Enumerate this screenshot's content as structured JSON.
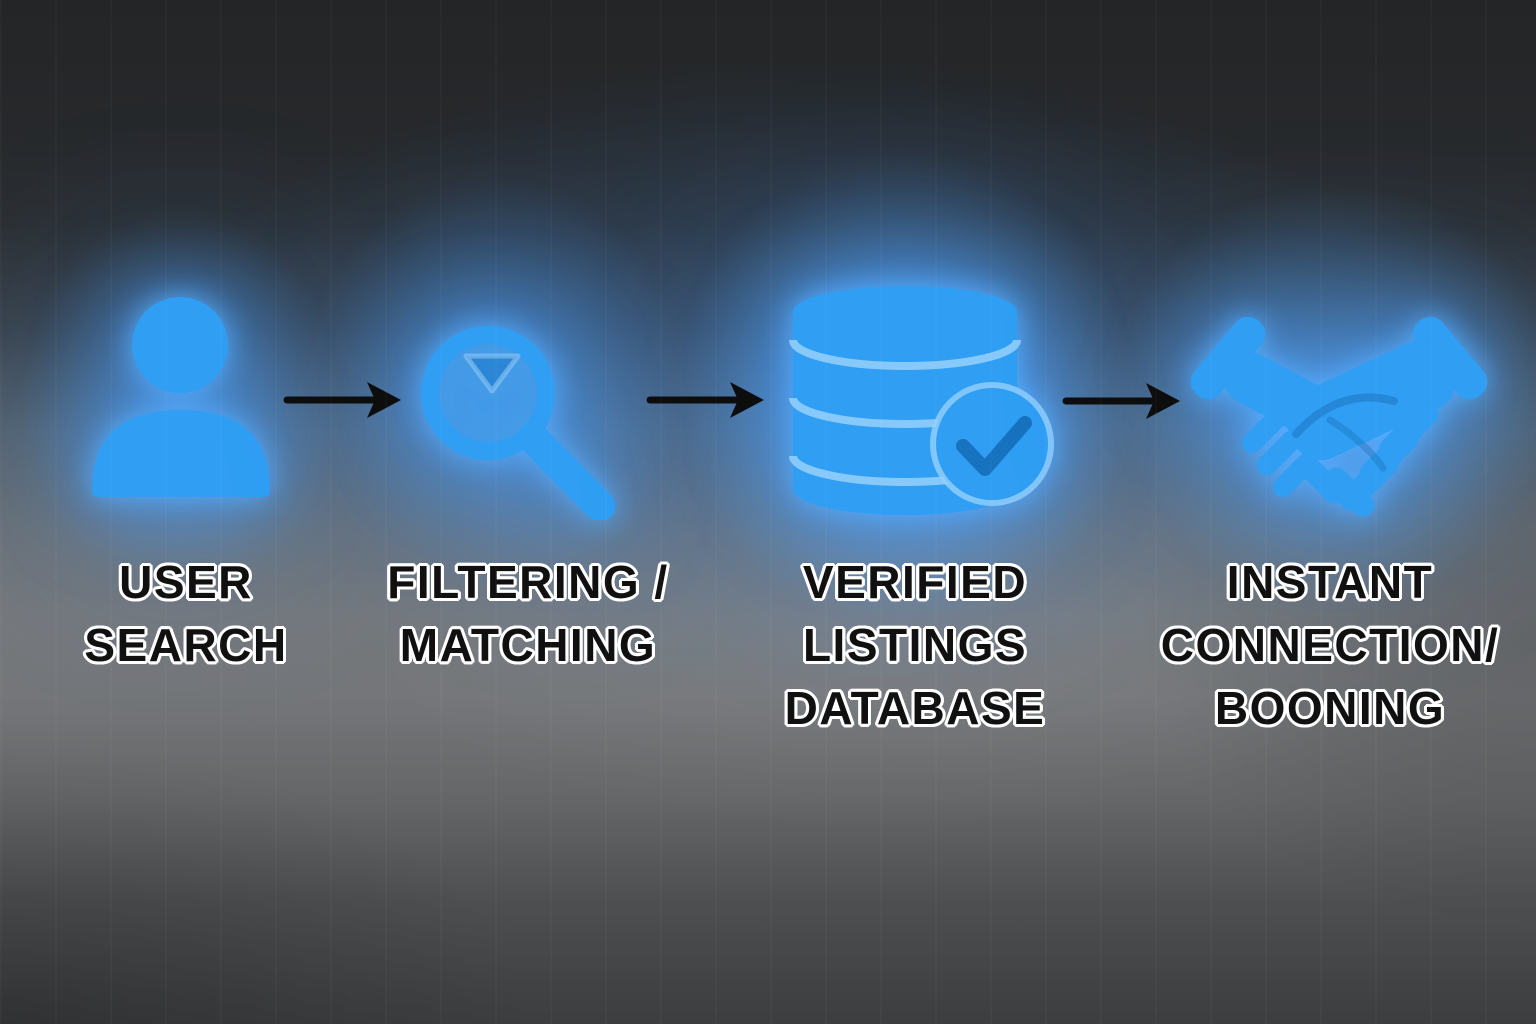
{
  "diagram": {
    "type": "flowchart",
    "direction": "left-to-right",
    "background": {
      "top_color": "#232526",
      "mid_band_color": "#75787c",
      "bottom_color": "#3c3d3f",
      "glow_color": "#49a8f5"
    },
    "colors": {
      "icon_blue": "#2f9ef3",
      "icon_detail_blue": "#1a7ccc",
      "arrow_black": "#0d0d0d",
      "label_fill": "#101010",
      "label_outline": "#ffffff"
    },
    "steps": [
      {
        "name": "user-search",
        "icon": "user-icon",
        "lines": [
          "USER",
          "SEARCH"
        ]
      },
      {
        "name": "filtering-matching",
        "icon": "filter-search-icon",
        "lines": [
          "FILTERING /",
          "MATCHING"
        ]
      },
      {
        "name": "verified-listings-database",
        "icon": "database-check-icon",
        "lines": [
          "VERIFIED",
          "LISTINGS",
          "DATABASE"
        ]
      },
      {
        "name": "instant-connection-booning",
        "icon": "handshake-icon",
        "lines": [
          "INSTANT",
          "CONNECTION/",
          "BOONING"
        ]
      }
    ],
    "connectors": [
      {
        "name": "arrow-1",
        "type": "arrow-right",
        "from": "user-search",
        "to": "filtering-matching"
      },
      {
        "name": "arrow-2",
        "type": "arrow-right",
        "from": "filtering-matching",
        "to": "verified-listings-database"
      },
      {
        "name": "arrow-3",
        "type": "arrow-right",
        "from": "verified-listings-database",
        "to": "instant-connection-booning"
      }
    ]
  }
}
